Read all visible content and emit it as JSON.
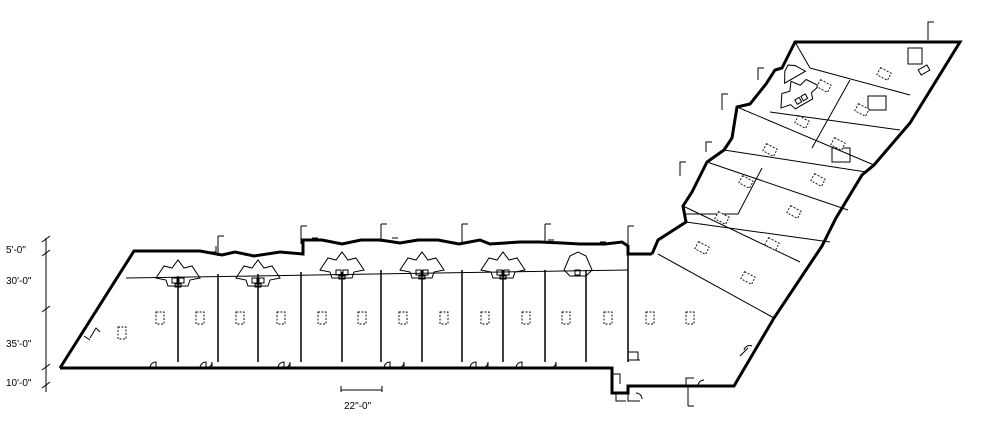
{
  "dimensions": {
    "left": [
      "5'-0\"",
      "30'-0\"",
      "35'-0\"",
      "10'-0\""
    ],
    "scale": "22\"-0\""
  },
  "colors": {
    "line": "#000000",
    "background": "#ffffff"
  }
}
